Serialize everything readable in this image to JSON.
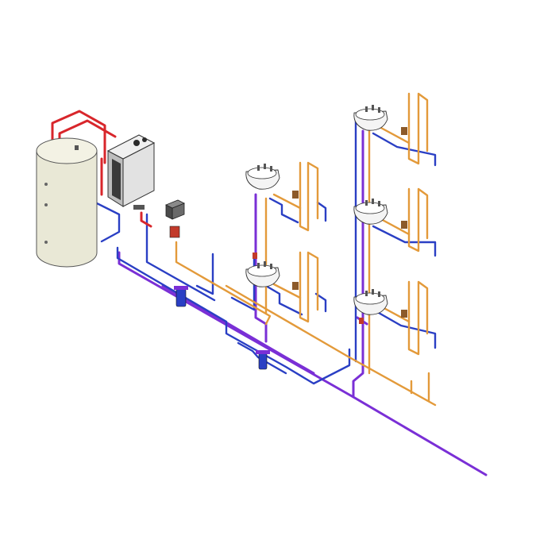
{
  "colors": {
    "background": "#ffffff",
    "hot_supply": "#d8262b",
    "cold_supply": "#2a3fc4",
    "recirculation": "#7a2fd6",
    "hot_branch": "#e39a3a",
    "tank_body": "#e9e8d6",
    "heater_body": "#d9d9d9",
    "heater_panel": "#3a3a3a",
    "fixture_white": "#f4f4f4",
    "valve_red": "#c23a2a",
    "outline": "#333333"
  },
  "components": {
    "storage_tank": "storage-tank",
    "tankless_heater": "tankless-water-heater",
    "control_box": "control-box",
    "filters": "filter-housing",
    "lavatory_sinks": 5
  }
}
